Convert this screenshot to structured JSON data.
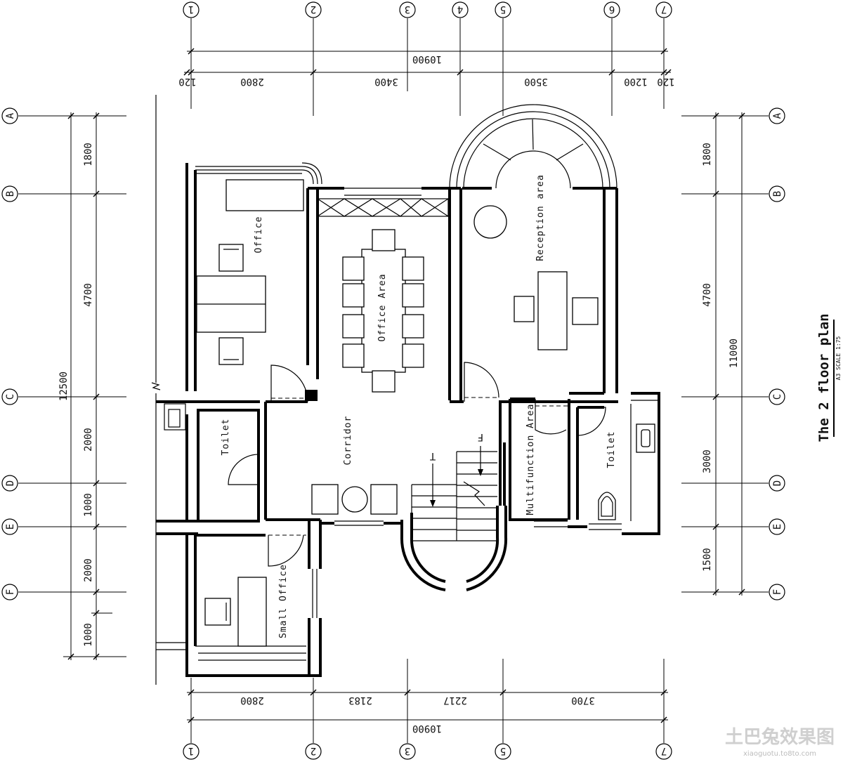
{
  "title": "The 2 floor plan",
  "subtitle": "A3 SCALE 1:75",
  "watermark": "土巴兔效果图",
  "watermark_url": "xiaoguotu.to8to.com",
  "grid": {
    "columns_top": [
      "1",
      "2",
      "3",
      "4",
      "5",
      "6",
      "7"
    ],
    "columns_bottom": [
      "1",
      "2",
      "3",
      "5",
      "7"
    ],
    "rows_left": [
      "A",
      "B",
      "C",
      "D",
      "E",
      "F"
    ],
    "rows_right": [
      "A",
      "B",
      "C",
      "D",
      "E",
      "F"
    ]
  },
  "dims": {
    "top_total": "10900",
    "top_segments": [
      "120",
      "2800",
      "3400",
      "3500",
      "1200",
      "120"
    ],
    "bottom_total": "10900",
    "bottom_segments": [
      "2800",
      "2183",
      "2217",
      "3700"
    ],
    "left_total": "12500",
    "left_segments": [
      "1800",
      "4700",
      "2000",
      "1000",
      "2000",
      "1000"
    ],
    "right_total": "11000",
    "right_segments": [
      "1800",
      "4700",
      "3000",
      "1500"
    ]
  },
  "rooms": {
    "office": "Office",
    "office_area": "Office Area",
    "reception": "Reception area",
    "toilet_left": "Toilet",
    "corridor": "Corridor",
    "multifunction": "Multifunction Area",
    "toilet_right": "Toilet",
    "small_office": "Small Office"
  },
  "stair_marks": {
    "up": "T",
    "down": "F"
  }
}
